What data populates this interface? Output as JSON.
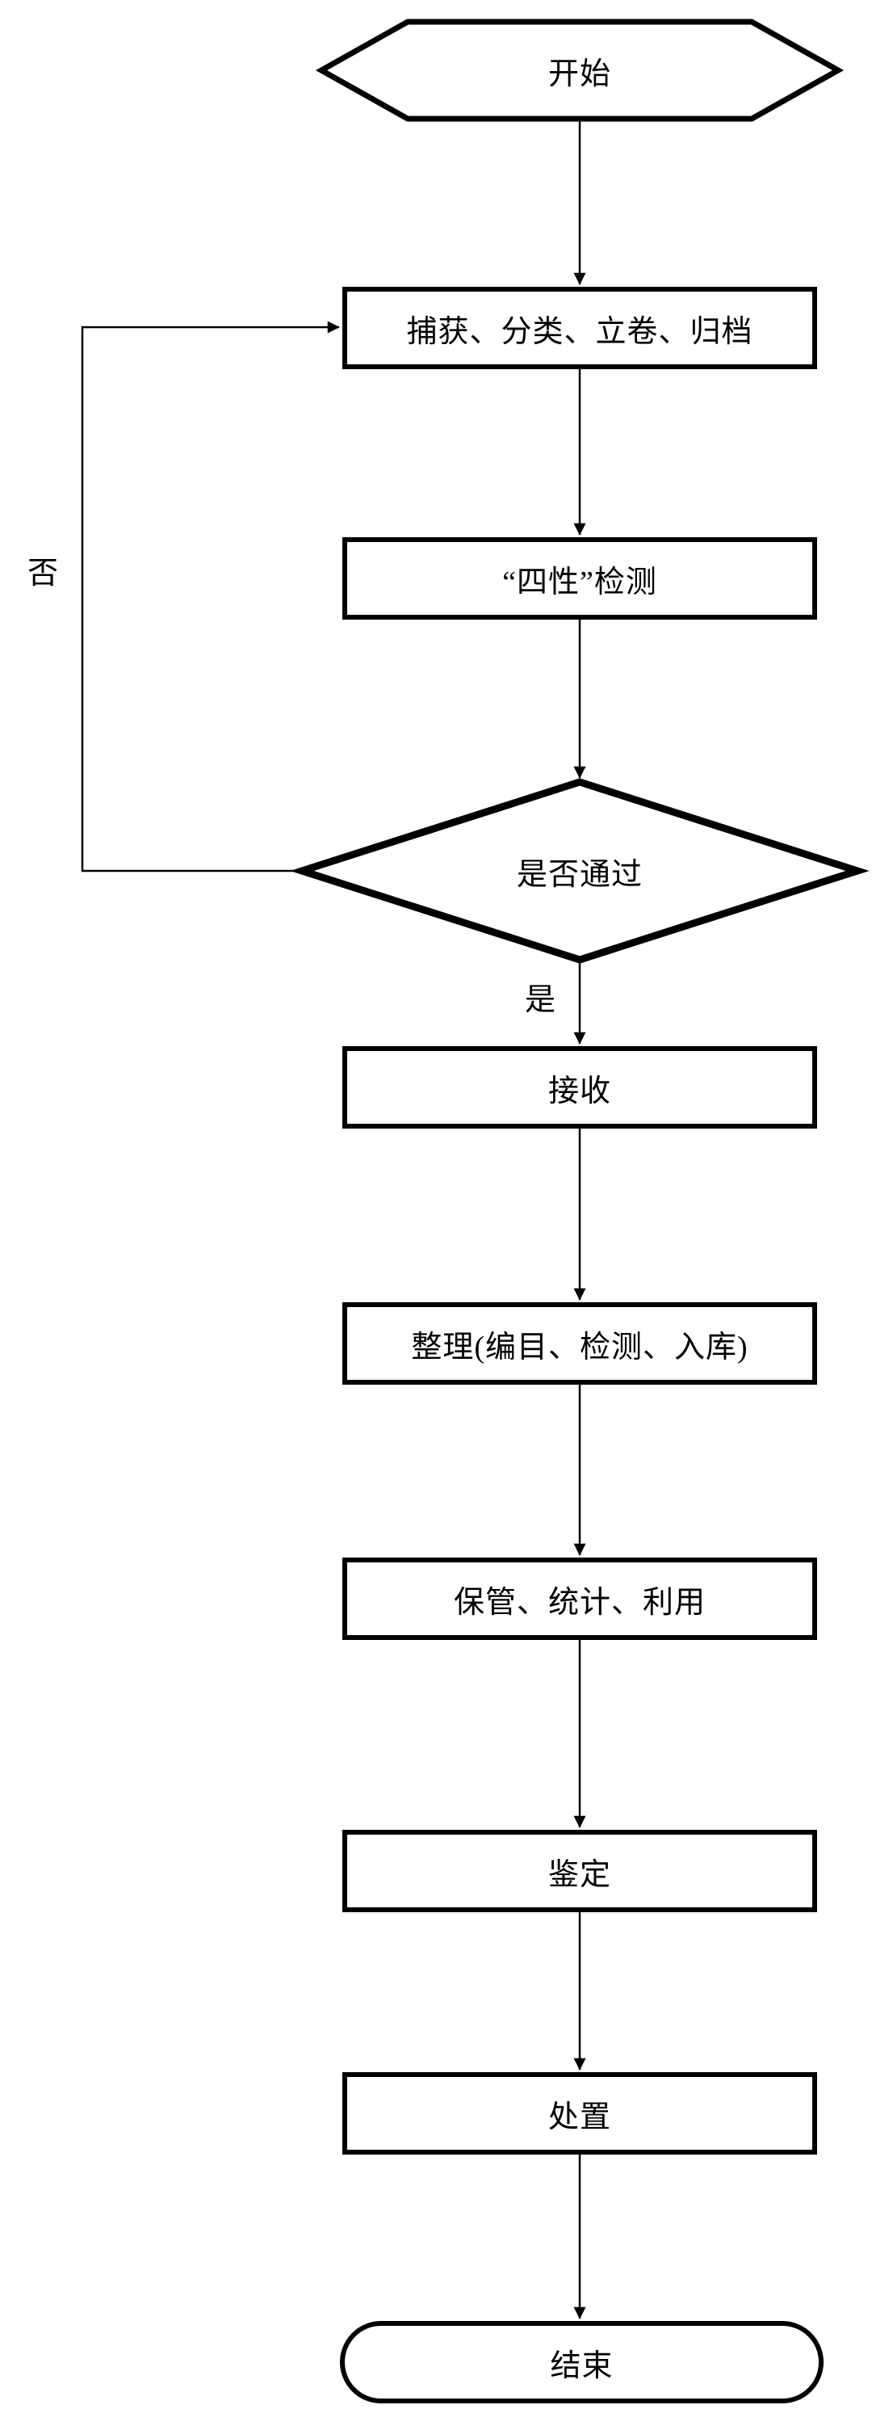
{
  "diagram": {
    "type": "flowchart",
    "language": "zh-CN",
    "colors": {
      "stroke": "#000000",
      "fill": "#ffffff",
      "text": "#000000"
    },
    "nodes": [
      {
        "id": "start",
        "shape": "hexagon",
        "label": "开始"
      },
      {
        "id": "capture",
        "shape": "process",
        "label": "捕获、分类、立卷、归档"
      },
      {
        "id": "four-test",
        "shape": "process",
        "label": "“四性”检测"
      },
      {
        "id": "decision",
        "shape": "decision",
        "label": "是否通过"
      },
      {
        "id": "receive",
        "shape": "process",
        "label": "接收"
      },
      {
        "id": "organize",
        "shape": "process",
        "label": "整理(编目、检测、入库)"
      },
      {
        "id": "storage",
        "shape": "process",
        "label": "保管、统计、利用"
      },
      {
        "id": "appraisal",
        "shape": "process",
        "label": "鉴定"
      },
      {
        "id": "disposal",
        "shape": "process",
        "label": "处置"
      },
      {
        "id": "end",
        "shape": "terminator",
        "label": "结束"
      }
    ],
    "edges": [
      {
        "from": "start",
        "to": "capture"
      },
      {
        "from": "capture",
        "to": "four-test"
      },
      {
        "from": "four-test",
        "to": "decision"
      },
      {
        "from": "decision",
        "to": "receive",
        "label": "是"
      },
      {
        "from": "decision",
        "to": "capture",
        "label": "否"
      },
      {
        "from": "receive",
        "to": "organize"
      },
      {
        "from": "organize",
        "to": "storage"
      },
      {
        "from": "storage",
        "to": "appraisal"
      },
      {
        "from": "appraisal",
        "to": "disposal"
      },
      {
        "from": "disposal",
        "to": "end"
      }
    ],
    "edge_labels": {
      "yes": "是",
      "no": "否"
    }
  }
}
